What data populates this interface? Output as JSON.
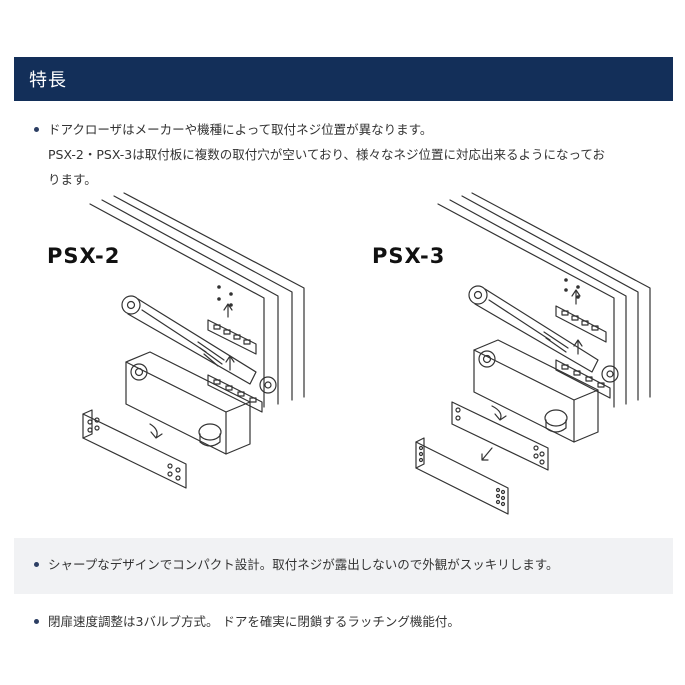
{
  "header": {
    "title": "特長"
  },
  "feature1": {
    "line1": "ドアクローザはメーカーや機種によって取付ネジ位置が異なります。",
    "line2": "PSX-2・PSX-3は取付板に複数の取付穴が空いており、様々なネジ位置に対応出来るようになってお",
    "line3": "ります。"
  },
  "models": {
    "left": "PSX-2",
    "right": "PSX-3"
  },
  "feature2": {
    "text": "シャープなデザインでコンパクト設計。取付ネジが露出しないので外観がスッキリします。"
  },
  "feature3": {
    "text": "閉扉速度調整は3バルブ方式。 ドアを確実に閉鎖するラッチング機能付。"
  },
  "colors": {
    "header_bg": "#132f59",
    "band_bg": "#f1f2f4",
    "line_art": "#333333"
  }
}
